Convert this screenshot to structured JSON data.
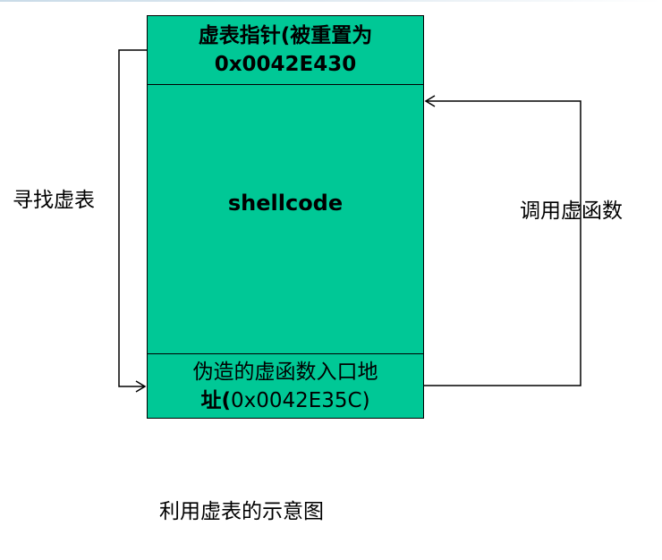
{
  "colors": {
    "block_fill": "#00C896",
    "border": "#000000",
    "arrow": "#000000"
  },
  "blocks": {
    "vptr": {
      "line1": "虚表指针(被重置为",
      "line2": "0x0042E430"
    },
    "shellcode": {
      "label": "shellcode"
    },
    "fake_entry": {
      "line1": "伪造的虚函数入口地",
      "line2_bold": "址(",
      "line2_rest": "0x0042E35C)"
    }
  },
  "labels": {
    "find_vtable": "寻找虚表",
    "call_virtual": "调用虚函数"
  },
  "caption": "利用虚表的示意图"
}
